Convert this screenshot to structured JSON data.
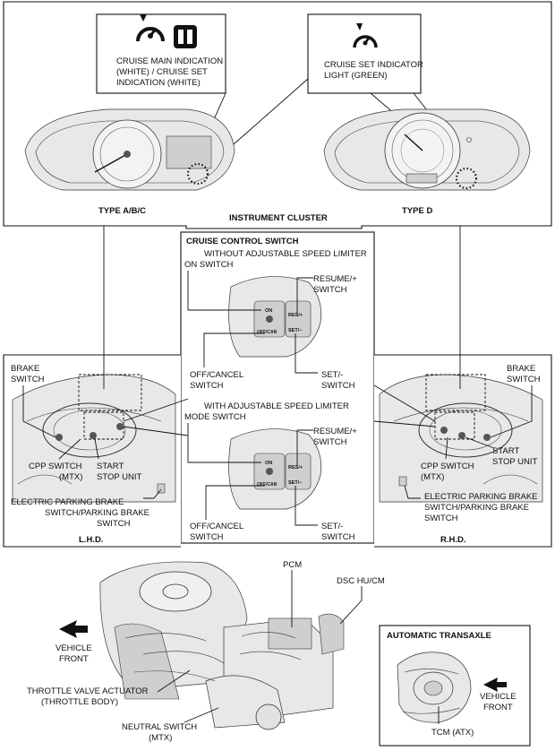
{
  "labels": {
    "cluster_title": "INSTRUMENT CLUSTER",
    "type_abc": "TYPE A/B/C",
    "type_d": "TYPE D",
    "callout_main": [
      "CRUISE MAIN INDICATION",
      "(WHITE) / CRUISE SET",
      "INDICATION (WHITE)"
    ],
    "callout_set": [
      "CRUISE SET INDICATOR",
      "LIGHT (GREEN)"
    ],
    "ccs_title": "CRUISE CONTROL SWITCH",
    "without_limiter": [
      "WITHOUT ADJUSTABLE SPEED LIMITER",
      "ON SWITCH"
    ],
    "with_limiter": [
      "WITH ADJUSTABLE SPEED LIMITER",
      "MODE SWITCH"
    ],
    "resume": [
      "RESUME/+",
      "SWITCH"
    ],
    "off_cancel": [
      "OFF/CANCEL",
      "SWITCH"
    ],
    "set_minus": [
      "SET/-",
      "SWITCH"
    ],
    "brake": [
      "BRAKE",
      "SWITCH"
    ],
    "cpp": [
      "CPP SWITCH",
      "(MTX)"
    ],
    "start_stop": [
      "START",
      "STOP UNIT"
    ],
    "epb": [
      "ELECTRIC PARKING BRAKE",
      "SWITCH/PARKING BRAKE",
      "SWITCH"
    ],
    "lhd": "L.H.D.",
    "rhd": "R.H.D.",
    "pcm": "PCM",
    "dsc": "DSC HU/CM",
    "vehicle_front": [
      "VEHICLE",
      "FRONT"
    ],
    "throttle": [
      "THROTTLE VALVE ACTUATOR",
      "(THROTTLE BODY)"
    ],
    "neutral": [
      "NEUTRAL SWITCH",
      "(MTX)"
    ],
    "at_title": "AUTOMATIC TRANSAXLE",
    "tcm": "TCM (ATX)"
  },
  "switch_text": {
    "on": "ON",
    "off_can": "OFF/CAN",
    "res": "RES/+",
    "set": "SET/−"
  }
}
